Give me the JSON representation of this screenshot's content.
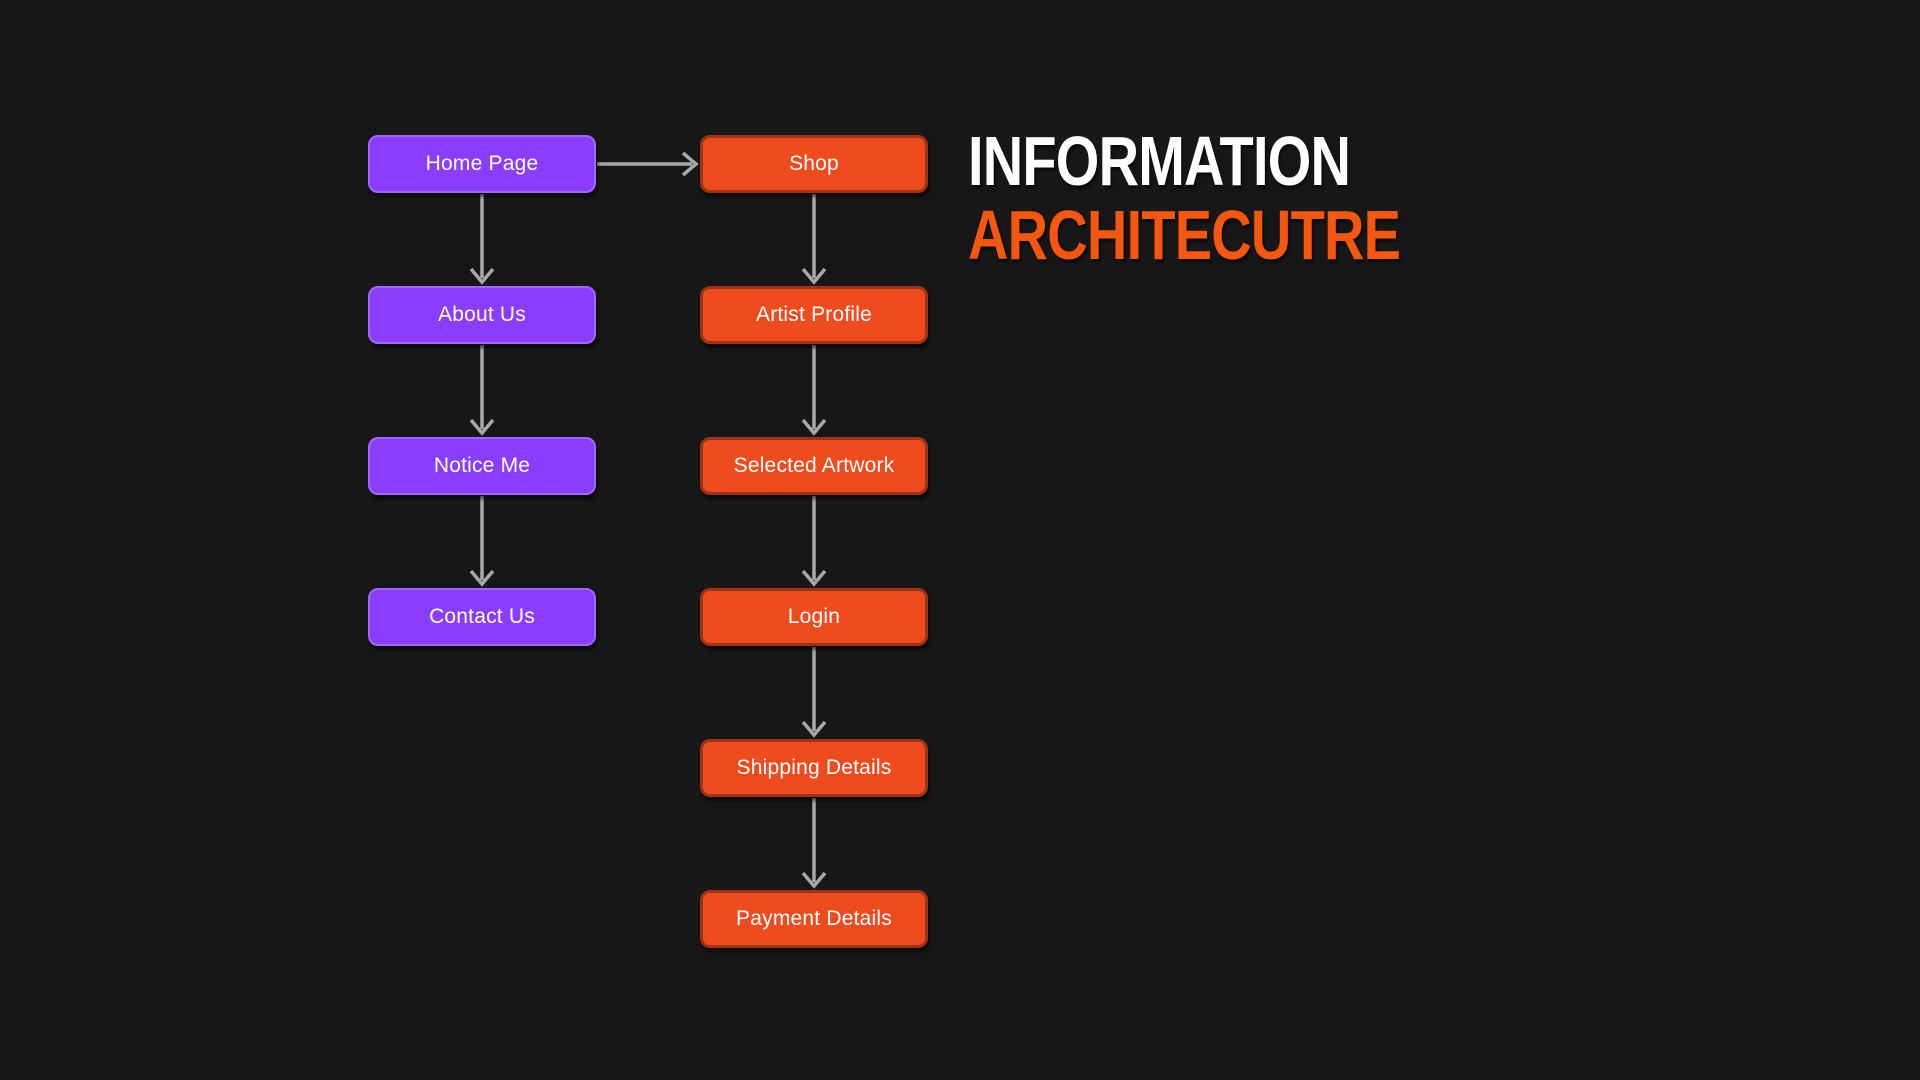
{
  "title": {
    "line1": "INFORMATION",
    "line2": "ARCHITECUTRE"
  },
  "flow": {
    "pages_column": [
      "Home Page",
      "About Us",
      "Notice Me",
      "Contact Us"
    ],
    "shop_column": [
      "Shop",
      "Artist Profile",
      "Selected Artwork",
      "Login",
      "Shipping Details",
      "Payment Details"
    ],
    "edges": [
      {
        "from": "Home Page",
        "to": "Shop"
      },
      {
        "from": "Home Page",
        "to": "About Us"
      },
      {
        "from": "About Us",
        "to": "Notice Me"
      },
      {
        "from": "Notice Me",
        "to": "Contact Us"
      },
      {
        "from": "Shop",
        "to": "Artist Profile"
      },
      {
        "from": "Artist Profile",
        "to": "Selected Artwork"
      },
      {
        "from": "Selected Artwork",
        "to": "Login"
      },
      {
        "from": "Login",
        "to": "Shipping Details"
      },
      {
        "from": "Shipping Details",
        "to": "Payment Details"
      }
    ]
  },
  "colors": {
    "background": "#171717",
    "node-purple": "#8B3DFE",
    "node-purple-border": "#A266FF",
    "node-orange": "#EE4B1E",
    "node-orange-border": "#9E3315",
    "node-text": "#FFFFFF",
    "title-white": "#FFFFFF",
    "title-orange": "#F4570D",
    "arrow": "#A8A8A8"
  }
}
